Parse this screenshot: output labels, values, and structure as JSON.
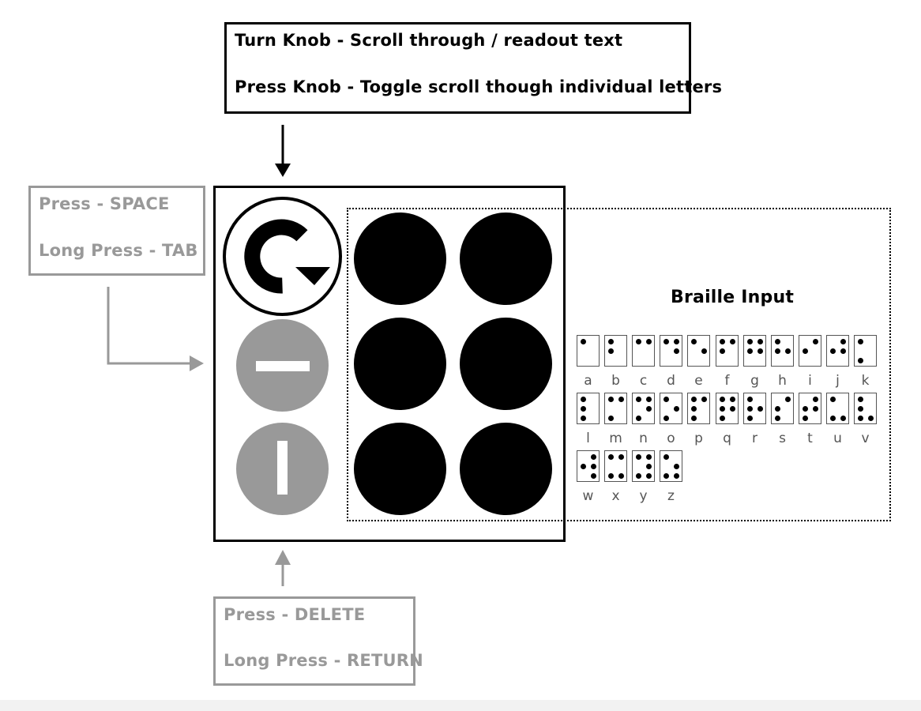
{
  "knob_help": {
    "line1": "Turn Knob - Scroll through / readout text",
    "line2": "Press Knob - Toggle scroll though individual letters"
  },
  "space_help": {
    "line1": "Press - SPACE",
    "line2": "Long Press - TAB"
  },
  "delete_help": {
    "line1": "Press - DELETE",
    "line2": "Long Press - RETURN"
  },
  "braille": {
    "title": "Braille Input",
    "letters": [
      {
        "char": "a",
        "dots": [
          1
        ]
      },
      {
        "char": "b",
        "dots": [
          1,
          2
        ]
      },
      {
        "char": "c",
        "dots": [
          1,
          4
        ]
      },
      {
        "char": "d",
        "dots": [
          1,
          4,
          5
        ]
      },
      {
        "char": "e",
        "dots": [
          1,
          5
        ]
      },
      {
        "char": "f",
        "dots": [
          1,
          2,
          4
        ]
      },
      {
        "char": "g",
        "dots": [
          1,
          2,
          4,
          5
        ]
      },
      {
        "char": "h",
        "dots": [
          1,
          2,
          5
        ]
      },
      {
        "char": "i",
        "dots": [
          2,
          4
        ]
      },
      {
        "char": "j",
        "dots": [
          2,
          4,
          5
        ]
      },
      {
        "char": "k",
        "dots": [
          1,
          3
        ]
      },
      {
        "char": "l",
        "dots": [
          1,
          2,
          3
        ]
      },
      {
        "char": "m",
        "dots": [
          1,
          3,
          4
        ]
      },
      {
        "char": "n",
        "dots": [
          1,
          3,
          4,
          5
        ]
      },
      {
        "char": "o",
        "dots": [
          1,
          3,
          5
        ]
      },
      {
        "char": "p",
        "dots": [
          1,
          2,
          3,
          4
        ]
      },
      {
        "char": "q",
        "dots": [
          1,
          2,
          3,
          4,
          5
        ]
      },
      {
        "char": "r",
        "dots": [
          1,
          2,
          3,
          5
        ]
      },
      {
        "char": "s",
        "dots": [
          2,
          3,
          4
        ]
      },
      {
        "char": "t",
        "dots": [
          2,
          3,
          4,
          5
        ]
      },
      {
        "char": "u",
        "dots": [
          1,
          3,
          6
        ]
      },
      {
        "char": "v",
        "dots": [
          1,
          2,
          3,
          6
        ]
      },
      {
        "char": "w",
        "dots": [
          2,
          4,
          5,
          6
        ]
      },
      {
        "char": "x",
        "dots": [
          1,
          3,
          4,
          6
        ]
      },
      {
        "char": "y",
        "dots": [
          1,
          3,
          4,
          5,
          6
        ]
      },
      {
        "char": "z",
        "dots": [
          1,
          3,
          5,
          6
        ]
      }
    ]
  },
  "device": {
    "knob_icon": "rotate-clockwise-icon",
    "minus_icon": "minus-icon",
    "bar_icon": "vertical-bar-icon",
    "braille_buttons": 6
  },
  "colors": {
    "primary": "#000000",
    "muted": "#999999"
  }
}
